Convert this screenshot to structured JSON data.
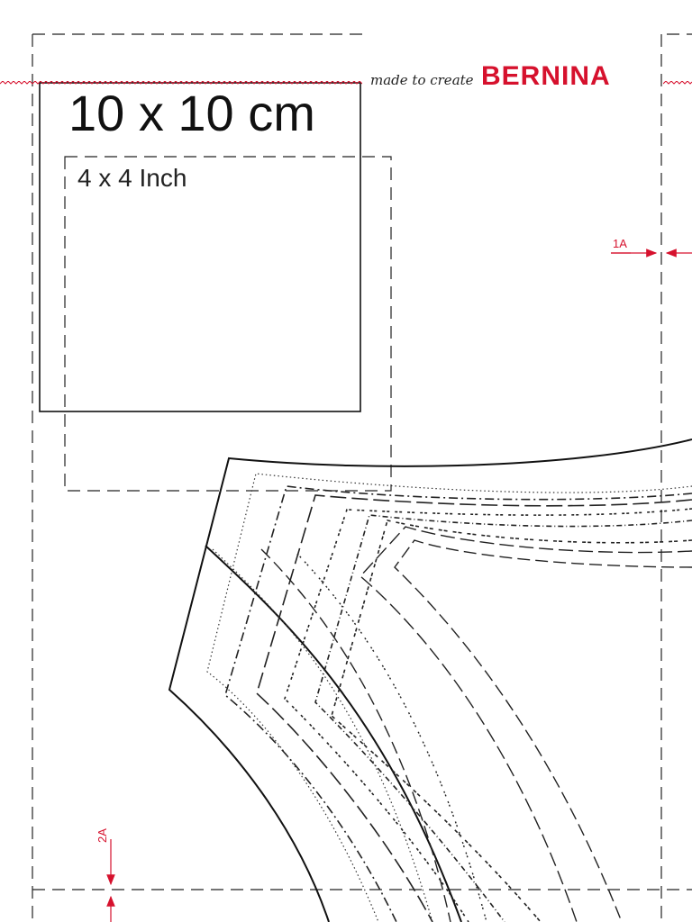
{
  "header": {
    "tagline": "made to create",
    "brand": "BERNINA"
  },
  "test_square": {
    "metric_label": "10 x 10 cm",
    "imperial_label": "4 x 4 Inch"
  },
  "alignment_marks": {
    "top_right": "1A",
    "left_bottom": "2A"
  },
  "colors": {
    "brand_red": "#d6112d",
    "line_black": "#1a1a1a"
  }
}
